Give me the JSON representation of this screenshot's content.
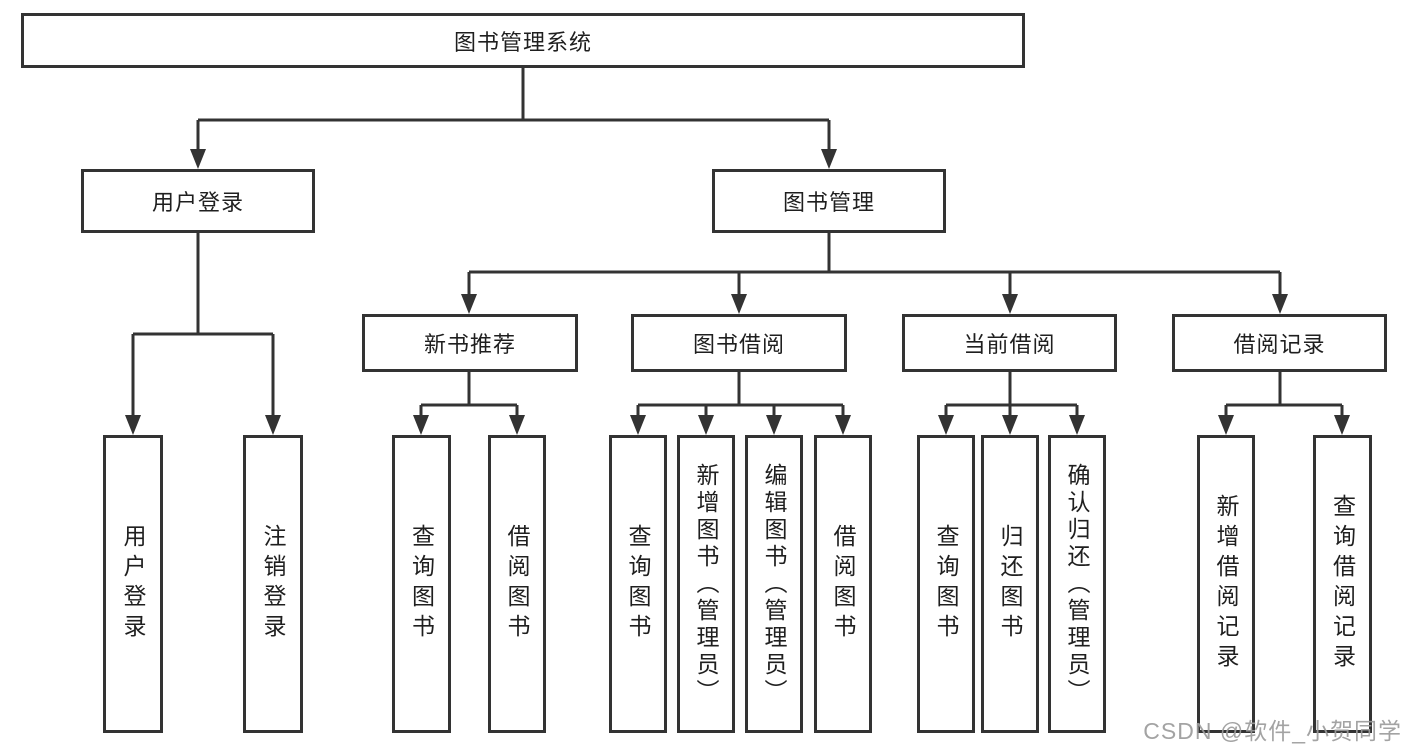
{
  "diagram": {
    "type": "hierarchy",
    "tree": {
      "label": "图书管理系统",
      "children": [
        {
          "label": "用户登录",
          "children": [
            {
              "label": "用户登录"
            },
            {
              "label": "注销登录"
            }
          ]
        },
        {
          "label": "图书管理",
          "children": [
            {
              "label": "新书推荐",
              "children": [
                {
                  "label": "查询图书"
                },
                {
                  "label": "借阅图书"
                }
              ]
            },
            {
              "label": "图书借阅",
              "children": [
                {
                  "label": "查询图书"
                },
                {
                  "label": "新增图书（管理员）"
                },
                {
                  "label": "编辑图书（管理员）"
                },
                {
                  "label": "借阅图书"
                }
              ]
            },
            {
              "label": "当前借阅",
              "children": [
                {
                  "label": "查询图书"
                },
                {
                  "label": "归还图书"
                },
                {
                  "label": "确认归还（管理员）"
                }
              ]
            },
            {
              "label": "借阅记录",
              "children": [
                {
                  "label": "新增借阅记录"
                },
                {
                  "label": "查询借阅记录"
                }
              ]
            }
          ]
        }
      ]
    }
  },
  "watermark": {
    "text": "CSDN @软件_小贺同学"
  },
  "colors": {
    "line": "#333333",
    "text": "#1f1f1f",
    "box_background": "#ffffff",
    "watermark": "#9b9b9b",
    "background": "#ffffff"
  }
}
